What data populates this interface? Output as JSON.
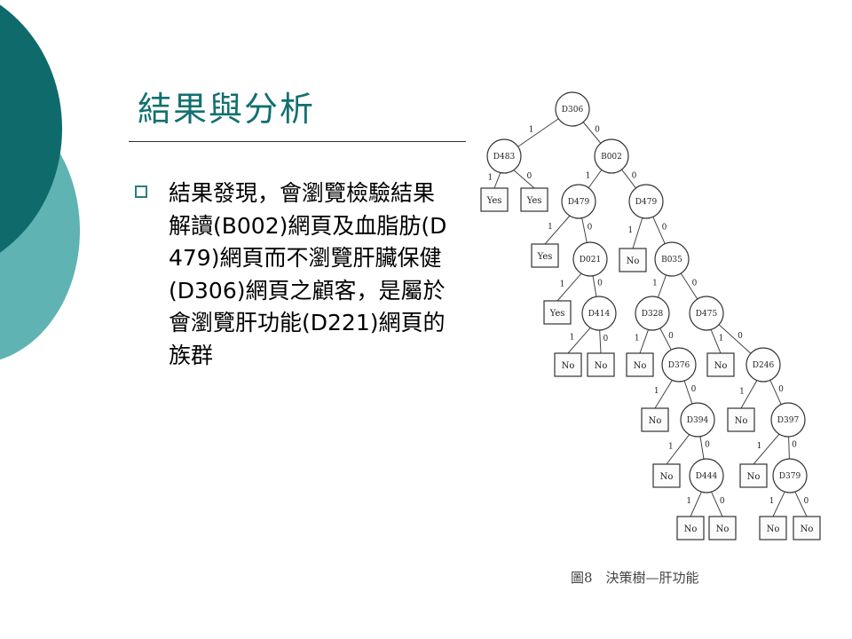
{
  "slide": {
    "title": "結果與分析",
    "bullet": "結果發現，會瀏覽檢驗結果解讀(B002)網頁及血脂肪(D479)網頁而不瀏覽肝臟保健(D306)網頁之顧客，是屬於會瀏覽肝功能(D221)網頁的族群"
  },
  "colors": {
    "accent_dark": "#0f6b6b",
    "accent_light": "#5fb3b3",
    "title": "#127070"
  },
  "figure": {
    "caption": "圖8　決策樹—肝功能",
    "nodes": [
      {
        "id": "n_d306",
        "label": "D306"
      },
      {
        "id": "n_d483",
        "label": "D483"
      },
      {
        "id": "n_b002",
        "label": "B002"
      },
      {
        "id": "n_d479a",
        "label": "D479"
      },
      {
        "id": "n_d479b",
        "label": "D479"
      },
      {
        "id": "n_d021",
        "label": "D021"
      },
      {
        "id": "n_b035",
        "label": "B035"
      },
      {
        "id": "n_d414",
        "label": "D414"
      },
      {
        "id": "n_d328",
        "label": "D328"
      },
      {
        "id": "n_d475",
        "label": "D475"
      },
      {
        "id": "n_d376",
        "label": "D376"
      },
      {
        "id": "n_d246",
        "label": "D246"
      },
      {
        "id": "n_d394",
        "label": "D394"
      },
      {
        "id": "n_d397",
        "label": "D397"
      },
      {
        "id": "n_d444",
        "label": "D444"
      },
      {
        "id": "n_d379",
        "label": "D379"
      }
    ],
    "leaves": [
      {
        "id": "l1",
        "label": "Yes"
      },
      {
        "id": "l2",
        "label": "Yes"
      },
      {
        "id": "l3",
        "label": "Yes"
      },
      {
        "id": "l4",
        "label": "No"
      },
      {
        "id": "l5",
        "label": "Yes"
      },
      {
        "id": "l6",
        "label": "No"
      },
      {
        "id": "l7",
        "label": "No"
      },
      {
        "id": "l8",
        "label": "No"
      },
      {
        "id": "l9",
        "label": "No"
      },
      {
        "id": "l10",
        "label": "No"
      },
      {
        "id": "l11",
        "label": "No"
      },
      {
        "id": "l12",
        "label": "No"
      },
      {
        "id": "l13",
        "label": "No"
      },
      {
        "id": "l14",
        "label": "No"
      },
      {
        "id": "l15",
        "label": "No"
      },
      {
        "id": "l16",
        "label": "No"
      },
      {
        "id": "l17",
        "label": "No"
      }
    ],
    "edges": [
      {
        "from": "n_d306",
        "to": "n_d483",
        "label": "1"
      },
      {
        "from": "n_d306",
        "to": "n_b002",
        "label": "0"
      },
      {
        "from": "n_d483",
        "to": "l1",
        "label": "1"
      },
      {
        "from": "n_d483",
        "to": "l2",
        "label": "0"
      },
      {
        "from": "n_b002",
        "to": "n_d479a",
        "label": "1"
      },
      {
        "from": "n_b002",
        "to": "n_d479b",
        "label": "0"
      },
      {
        "from": "n_d479a",
        "to": "l3",
        "label": "1"
      },
      {
        "from": "n_d479a",
        "to": "n_d021",
        "label": "0"
      },
      {
        "from": "n_d479b",
        "to": "l4",
        "label": "1"
      },
      {
        "from": "n_d479b",
        "to": "n_b035",
        "label": "0"
      },
      {
        "from": "n_d021",
        "to": "l5",
        "label": "1"
      },
      {
        "from": "n_d021",
        "to": "n_d414",
        "label": "0"
      },
      {
        "from": "n_b035",
        "to": "n_d328",
        "label": "1"
      },
      {
        "from": "n_b035",
        "to": "n_d475",
        "label": "0"
      },
      {
        "from": "n_d414",
        "to": "l6",
        "label": "1"
      },
      {
        "from": "n_d414",
        "to": "l7",
        "label": "0"
      },
      {
        "from": "n_d328",
        "to": "l8",
        "label": "1"
      },
      {
        "from": "n_d328",
        "to": "n_d376",
        "label": "0"
      },
      {
        "from": "n_d475",
        "to": "l9",
        "label": "1"
      },
      {
        "from": "n_d475",
        "to": "n_d246",
        "label": "0"
      },
      {
        "from": "n_d376",
        "to": "l10",
        "label": "1"
      },
      {
        "from": "n_d376",
        "to": "n_d394",
        "label": "0"
      },
      {
        "from": "n_d246",
        "to": "l11",
        "label": "1"
      },
      {
        "from": "n_d246",
        "to": "n_d397",
        "label": "0"
      },
      {
        "from": "n_d394",
        "to": "l12",
        "label": "1"
      },
      {
        "from": "n_d394",
        "to": "n_d444",
        "label": "0"
      },
      {
        "from": "n_d397",
        "to": "l13",
        "label": "1"
      },
      {
        "from": "n_d397",
        "to": "n_d379",
        "label": "0"
      },
      {
        "from": "n_d444",
        "to": "l14",
        "label": "1"
      },
      {
        "from": "n_d444",
        "to": "l15",
        "label": "0"
      },
      {
        "from": "n_d379",
        "to": "l16",
        "label": "1"
      },
      {
        "from": "n_d379",
        "to": "l17",
        "label": "0"
      }
    ]
  }
}
